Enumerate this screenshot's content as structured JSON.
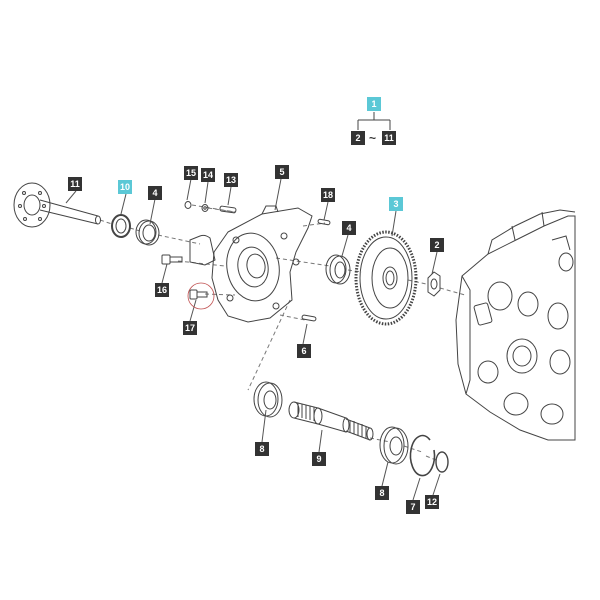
{
  "colors": {
    "callout_bg": "#333333",
    "callout_highlight_bg": "#5bc8d6",
    "line": "#444444"
  },
  "range_legend": {
    "assembly": "1",
    "from": "2",
    "separator": "~",
    "to": "11"
  },
  "callouts": {
    "c2": "2",
    "c3": "3",
    "c4a": "4",
    "c4b": "4",
    "c5": "5",
    "c6": "6",
    "c7": "7",
    "c8a": "8",
    "c8b": "8",
    "c9": "9",
    "c10": "10",
    "c11": "11",
    "c12": "12",
    "c13": "13",
    "c14": "14",
    "c15": "15",
    "c16": "16",
    "c17": "17",
    "c18": "18"
  }
}
